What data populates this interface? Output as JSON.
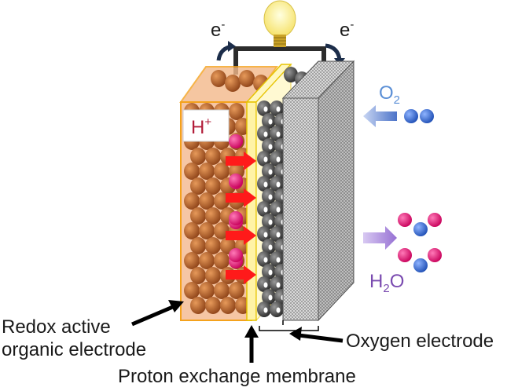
{
  "labels": {
    "electron_left": "e",
    "electron_right": "e",
    "electron_sup": "-",
    "proton": "H",
    "proton_sup": "+",
    "oxygen_main": "O",
    "oxygen_sub": "2",
    "water_h": "H",
    "water_sub": "2",
    "water_o": "O",
    "redox_line1": "Redox active",
    "redox_line2": "organic electrode",
    "oxygen_electrode": "Oxygen electrode",
    "membrane": "Proton exchange membrane"
  },
  "colors": {
    "organic_fill": "#f6c6a4",
    "organic_border": "#f4a21c",
    "organic_ball": "#c8672a",
    "membrane": "#fff3a6",
    "membrane_border": "#e6c300",
    "proton_ball": "#e8177a",
    "proton_arrow": "#ff1a1a",
    "oxygen_ball": "#3a6ec9",
    "oxygen_arrow": "#6e8fd0",
    "water_arrow": "#a88ad9",
    "oxygen_text": "#5b8fd6",
    "water_text": "#7a4bb0",
    "proton_text": "#b21d3a",
    "mesh": "#bdbdbd"
  }
}
